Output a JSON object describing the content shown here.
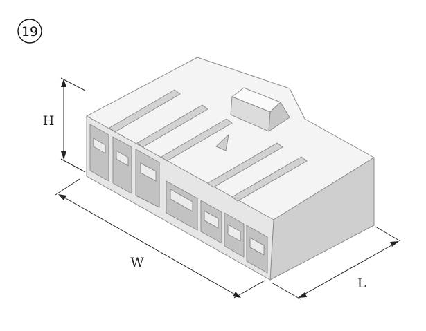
{
  "figure": {
    "number": "19",
    "dimensions": {
      "height_label": "H",
      "width_label": "W",
      "length_label": "L"
    }
  },
  "colors": {
    "outline": "#8c8c8c",
    "face_light": "#f3f3f3",
    "face_mid": "#e1e1e1",
    "face_dark": "#c9c9c9",
    "cavity": "#bdbdbd",
    "dimension_line": "#222222"
  }
}
